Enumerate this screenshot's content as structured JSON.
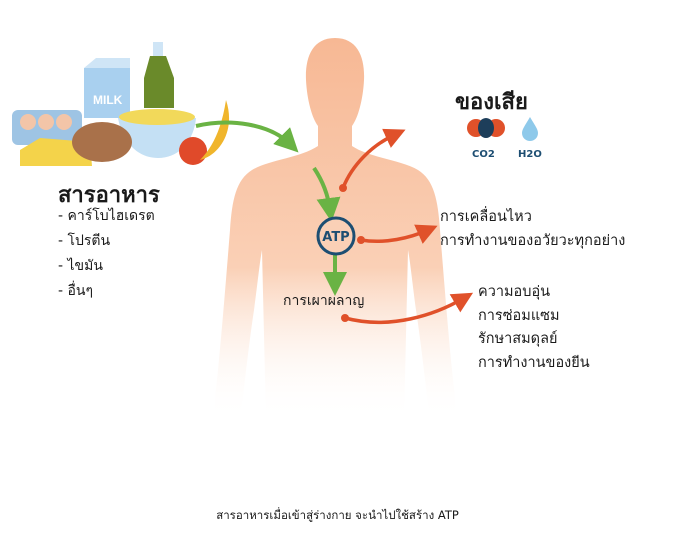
{
  "nutrients": {
    "title": "สารอาหาร",
    "items": [
      "- คาร์โบไฮเดรต",
      "- โปรตีน",
      "- ไขมัน",
      "- อื่นๆ"
    ]
  },
  "food_illustration": {
    "milk_label": "MILK"
  },
  "waste": {
    "title": "ของเสีย",
    "co2_label": "CO2",
    "h2o_label": "H2O"
  },
  "atp_label": "ATP",
  "metabolism_label": "การเผาผลาญ",
  "movement_outputs": [
    "การเคลื่อนไหว",
    "การทำงานของอวัยวะทุกอย่าง"
  ],
  "metabolism_outputs": [
    "ความอบอุ่น",
    "การซ่อมแซม",
    "รักษาสมดุลย์",
    "การทำงานของยีน"
  ],
  "caption": "สารอาหารเมื่อเข้าสู่ร่างกาย จะนำไปใช้สร้าง ATP",
  "colors": {
    "body": "#f9c3a3",
    "green_arrow": "#6ab344",
    "red_arrow": "#e0512a",
    "atp": "#1d4e72",
    "water": "#8ec9ea"
  }
}
